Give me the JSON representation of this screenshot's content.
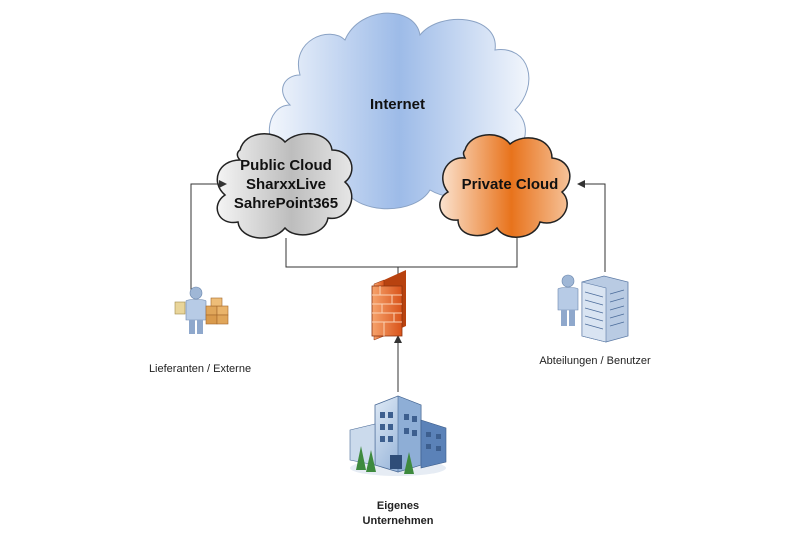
{
  "internet": {
    "label": "Internet"
  },
  "public_cloud": {
    "lines": [
      "Public Cloud",
      "SharxxLive",
      "SahrePoint365"
    ]
  },
  "private_cloud": {
    "label": "Private Cloud"
  },
  "suppliers": {
    "label": "Lieferanten / Externe",
    "icon": "supplier-person-icon"
  },
  "departments": {
    "label": "Abteilungen / Benutzer",
    "icon": "server-person-icon"
  },
  "company": {
    "lines": [
      "Eigenes",
      "Unternehmen"
    ],
    "icon": "office-building-icon"
  },
  "firewall": {
    "icon": "firewall-icon"
  },
  "colors": {
    "internet_cloud": "#a9c4ea",
    "public_cloud": "#c8c8c8",
    "private_cloud": "#e8731c",
    "connector": "#333333",
    "firewall": "#e8651a"
  }
}
